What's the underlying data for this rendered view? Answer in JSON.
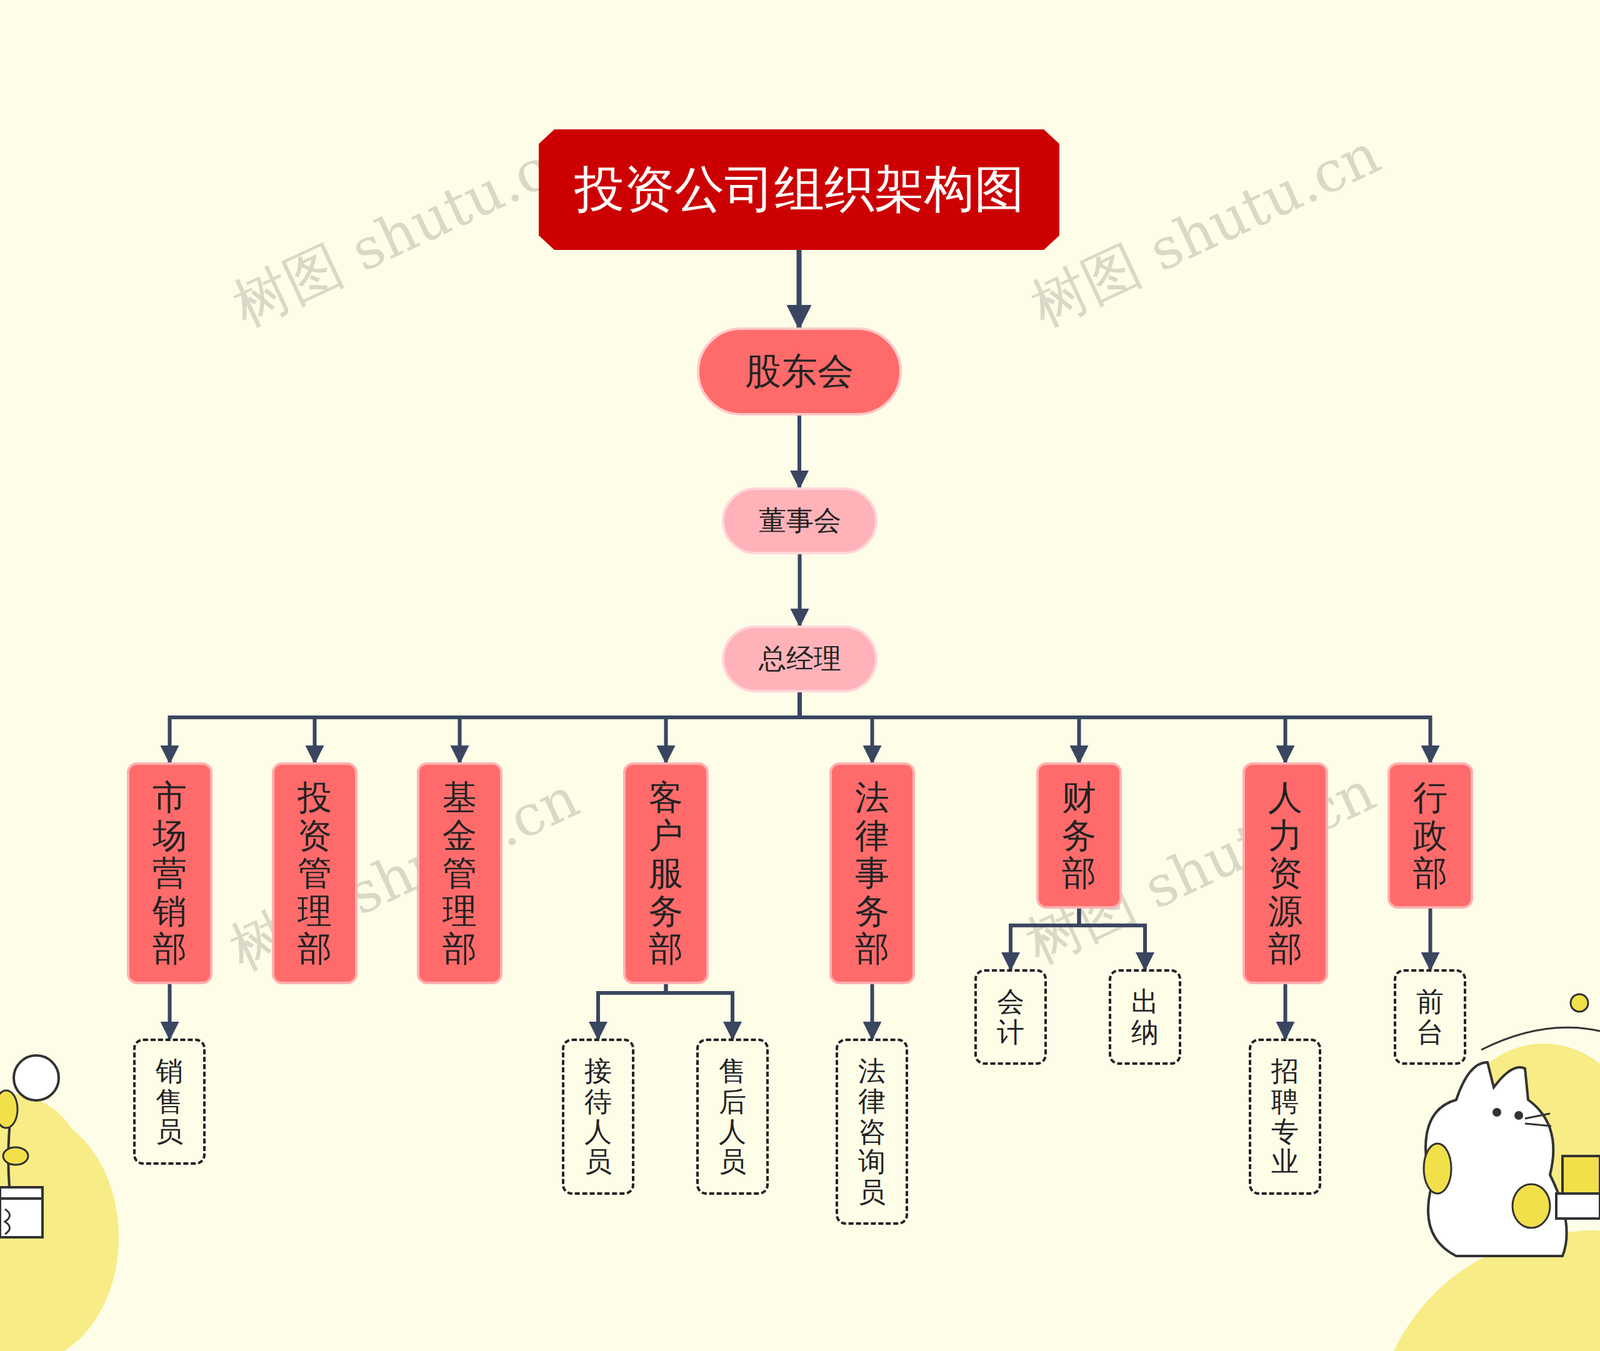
{
  "diagram": {
    "nodes": [
      {
        "text": [
          "投资公司组织架构图"
        ]
      },
      {
        "text": [
          "股东会"
        ]
      },
      {
        "text": [
          "董事会"
        ]
      },
      {
        "text": [
          "总经理"
        ]
      },
      {
        "text": [
          "市场营销部"
        ]
      },
      {
        "text": [
          "投资管理部"
        ]
      },
      {
        "text": [
          "基金管理部"
        ]
      },
      {
        "text": [
          "客户服务部"
        ]
      },
      {
        "text": [
          "法律事务部"
        ]
      },
      {
        "text": [
          "财务部"
        ]
      },
      {
        "text": [
          "人力资源部"
        ]
      },
      {
        "text": [
          "行政部"
        ]
      },
      {
        "text": [
          "销售员"
        ]
      },
      {
        "text": [
          "接待人员"
        ]
      },
      {
        "text": [
          "售后人员"
        ]
      },
      {
        "text": [
          "法律咨询员"
        ]
      },
      {
        "text": [
          "会计"
        ]
      },
      {
        "text": [
          "出纳"
        ]
      },
      {
        "text": [
          "招聘专业"
        ]
      },
      {
        "text": [
          "前台"
        ]
      }
    ],
    "edges": [
      {
        "from": 0,
        "to": 1,
        "arrow": "to"
      },
      {
        "from": 1,
        "to": 2,
        "arrow": "to"
      },
      {
        "from": 2,
        "to": 3,
        "arrow": "to"
      },
      {
        "from": 3,
        "to": 4,
        "arrow": "to"
      },
      {
        "from": 3,
        "to": 5,
        "arrow": "to"
      },
      {
        "from": 3,
        "to": 6,
        "arrow": "to"
      },
      {
        "from": 3,
        "to": 7,
        "arrow": "to"
      },
      {
        "from": 3,
        "to": 8,
        "arrow": "to"
      },
      {
        "from": 3,
        "to": 9,
        "arrow": "to"
      },
      {
        "from": 3,
        "to": 10,
        "arrow": "to"
      },
      {
        "from": 3,
        "to": 11,
        "arrow": "to"
      },
      {
        "from": 4,
        "to": 12,
        "arrow": "to"
      },
      {
        "from": 7,
        "to": 13,
        "arrow": "to"
      },
      {
        "from": 7,
        "to": 14,
        "arrow": "to"
      },
      {
        "from": 8,
        "to": 15,
        "arrow": "to"
      },
      {
        "from": 9,
        "to": 16,
        "arrow": "to"
      },
      {
        "from": 9,
        "to": 17,
        "arrow": "to"
      },
      {
        "from": 10,
        "to": 18,
        "arrow": "to"
      },
      {
        "from": 11,
        "to": 19,
        "arrow": "to"
      }
    ],
    "labels": [
      "树图 shutu.cn",
      "树图 shutu.cn",
      "树图 shutu.cn",
      "树图 shutu.cn"
    ]
  }
}
